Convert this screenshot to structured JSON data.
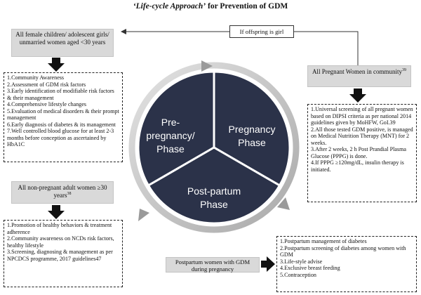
{
  "title_italic": "‘Life-cycle Approach’",
  "title_rest": " for Prevention of GDM",
  "offspring_label": "If offspring is girl",
  "phases": {
    "pre": [
      "Pre-",
      "pregnancy/",
      "Phase"
    ],
    "pregnancy": [
      "Pregnancy",
      "Phase"
    ],
    "post": [
      "Post-partum",
      "Phase"
    ]
  },
  "boxes": {
    "female_children": "All female children/ adolescent girls/ unmarried women aged <30 years",
    "pregnant_women": "All Pregnant Women in community",
    "pregnant_women_ref": "39",
    "nonpregnant": "All non-pregnant adult women ≥30 years",
    "nonpregnant_ref": "38",
    "postpartum_women": "Postpartum women with GDM during pregnancy"
  },
  "lists": {
    "pre": [
      "1.Community Awareness",
      "2.Assessment of GDM risk factors",
      "3.Early identification of modifiable risk factors & their management",
      "4.Comprehensive lifestyle changes",
      "5.Evaluation of medical disorders & their prompt management",
      "6.Early diagnosis of diabetes & its management",
      "7.Well controlled blood glucose for at least 2-3 months before conception as ascertained by HbA1C"
    ],
    "pregnancy": [
      "1.Universal screening of all pregnant women based on DIPSI criteria as per national 2014 guidelines given by MoHFW, GoI.39",
      "2.All those tested GDM positive, is managed on Medical Nutrition Therapy (MNT) for 2 weeks.",
      "3.After 2 weeks, 2 h Post Prandial Plasma Glucose (PPPG) is done.",
      "4.If PPPG ≥120mg/dL, insulin therapy is initiated."
    ],
    "nonpregnant": [
      "1.Promotion of healthy behaviors & treatment adherence",
      "2.Community awareness on NCDs risk factors, healthy lifestyle",
      "3.Screening, diagnosing & management as per NPCDCS programme, 2017 guidelines47"
    ],
    "postpartum": [
      "1.Postpartum management of diabetes",
      "2.Postpartum screening of diabetes among women with GDM",
      "3.Life-style advise",
      "4.Exclusive breast feeding",
      "5.Contraception"
    ]
  }
}
